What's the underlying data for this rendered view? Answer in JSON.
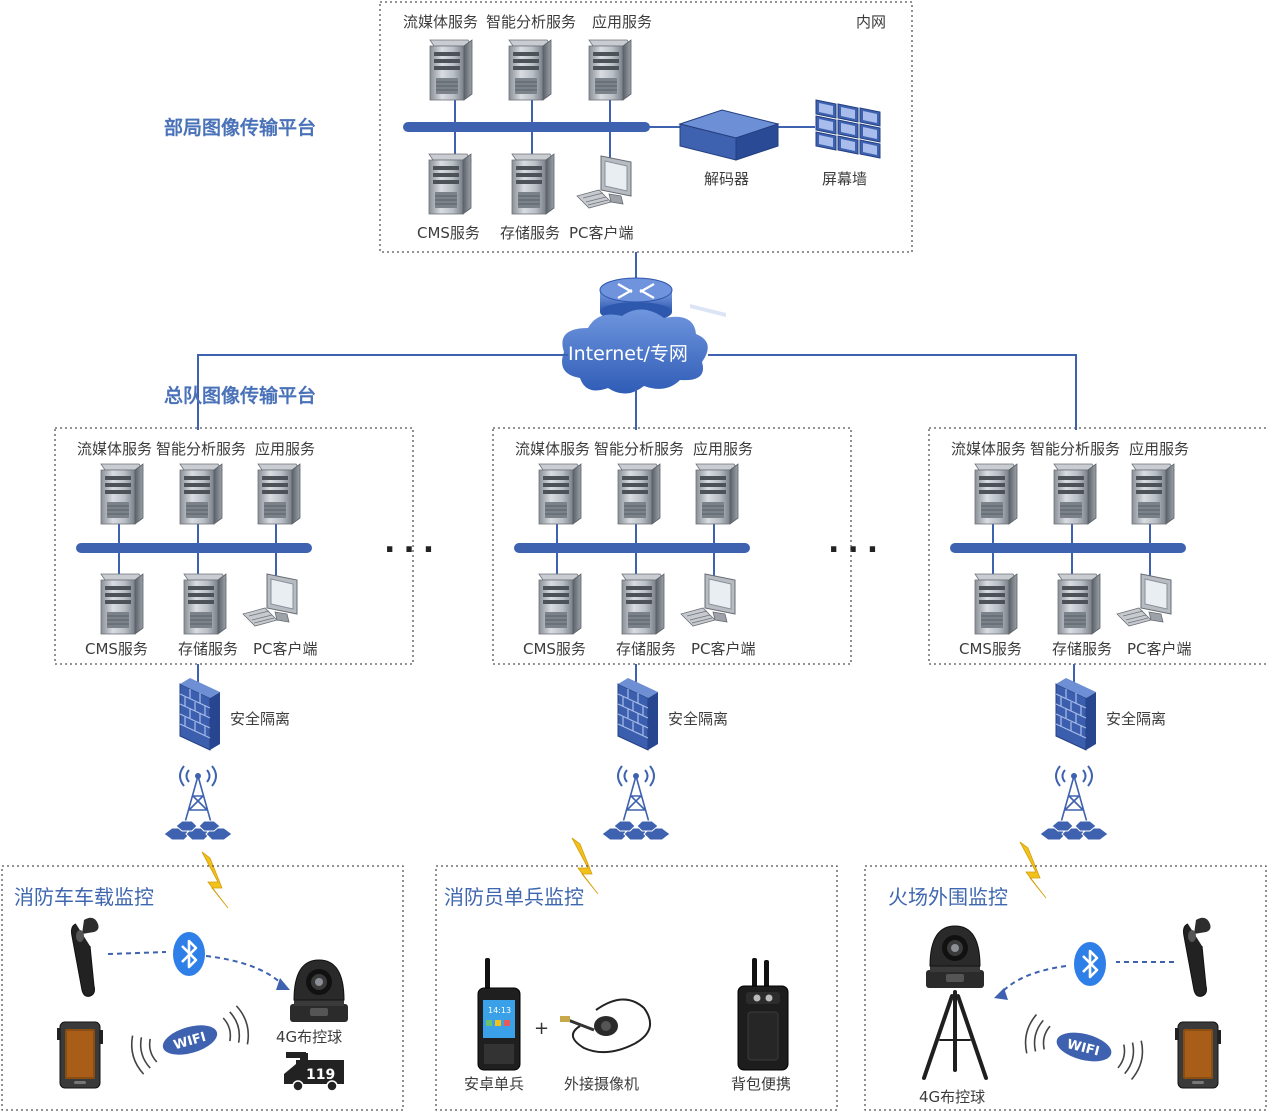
{
  "hq": {
    "title": "部局图像传输平台",
    "network_label": "内网",
    "top_labels": [
      "流媒体服务",
      "智能分析服务",
      "应用服务"
    ],
    "bottom_labels": [
      "CMS服务",
      "存储服务",
      "PC客户端"
    ],
    "decoder_label": "解码器",
    "wall_label": "屏幕墙"
  },
  "cloud_label": "Internet/专网",
  "corps": {
    "title": "总队图像传输平台",
    "top_labels": [
      "流媒体服务",
      "智能分析服务",
      "应用服务"
    ],
    "bottom_labels": [
      "CMS服务",
      "存储服务",
      "PC客户端"
    ],
    "firewall_label": "安全隔离",
    "ellipsis": "..."
  },
  "zones": {
    "vehicle": {
      "title": "消防车车载监控",
      "dome_label": "4G布控球",
      "truck_number": "119",
      "wifi_label": "WIFI"
    },
    "soldier": {
      "title": "消防员单兵监控",
      "phone_label": "安卓单兵",
      "camera_label": "外接摄像机",
      "backpack_label": "背包便携",
      "plus": "+",
      "phone_time": "14:13"
    },
    "perimeter": {
      "title": "火场外围监控",
      "dome_label": "4G布控球",
      "wifi_label": "WIFI"
    }
  },
  "colors": {
    "accent": "#3e62b0",
    "title_blue": "#4a72b8",
    "cloud": "#4a75c9",
    "lightning": "#f2c21b"
  }
}
